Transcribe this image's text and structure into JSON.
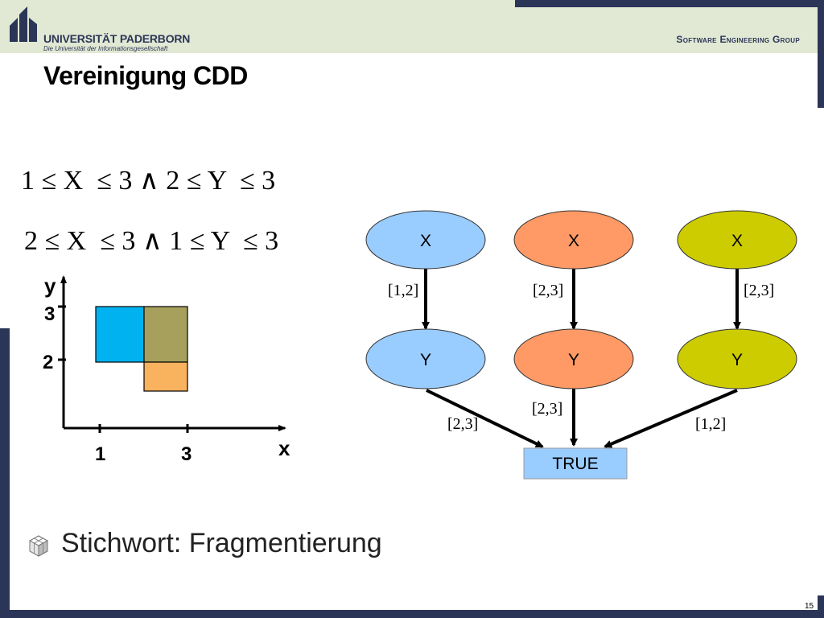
{
  "header": {
    "university": "UNIVERSITÄT PADERBORN",
    "tagline": "Die Universität der Informationsgesellschaft",
    "group": "Software Engineering Group"
  },
  "slide": {
    "title": "Vereinigung CDD",
    "formula_1": "1 ≤ X  ≤ 3 ∧ 2 ≤ Y  ≤ 3",
    "formula_2": "2 ≤ X  ≤ 3 ∧ 1 ≤ Y  ≤ 3",
    "bullet": "Stichwort: Fragmentierung",
    "page_number": "15"
  },
  "plot": {
    "x_label": "x",
    "y_label": "y",
    "x_ticks": [
      "1",
      "3"
    ],
    "y_ticks": [
      "3",
      "2"
    ],
    "colors": {
      "blue": "#00b2f0",
      "olive": "#a6a05c",
      "orange": "#f9b25e"
    }
  },
  "diagram": {
    "colors": {
      "light_blue": "#99ccff",
      "salmon": "#ff9966",
      "olive": "#cccc00",
      "true_box": "#99ccff"
    },
    "nodes": {
      "x1": "X",
      "x2": "X",
      "x3": "X",
      "y1": "Y",
      "y2": "Y",
      "y3": "Y",
      "true": "TRUE"
    },
    "edge_labels": {
      "x1_y1": "[1,2]",
      "x2_y2": "[2,3]",
      "x3_y3": "[2,3]",
      "y1_true": "[2,3]",
      "y2_true": "[2,3]",
      "y3_true": "[1,2]"
    }
  }
}
